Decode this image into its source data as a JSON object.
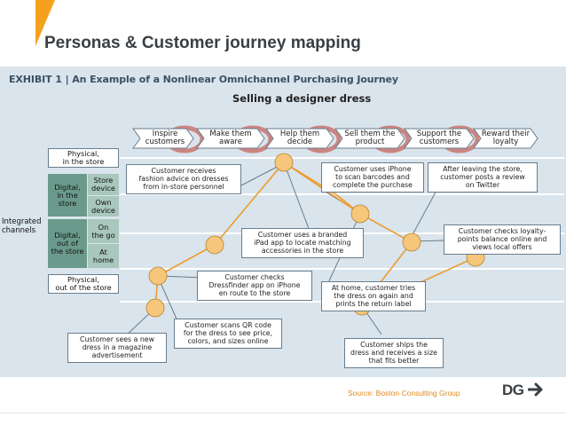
{
  "slide": {
    "title": "Personas & Customer journey mapping",
    "source": "Source: Boston Consulting Group",
    "logo": "DG",
    "accent_color": "#f4a21e"
  },
  "exhibit": {
    "label": "EXHIBIT 1 | An Example of a Nonlinear Omnichannel Purchasing Journey",
    "subtitle": "Selling a designer dress"
  },
  "stages": [
    "Inspire\ncustomers",
    "Make\nthem aware",
    "Help\nthem decide",
    "Sell them\nthe product",
    "Support the\ncustomers",
    "Reward\ntheir loyalty"
  ],
  "channels": {
    "integrated": "Integrated\nchannels",
    "physical_store": "Physical,\nin the store",
    "digital_in_store": "Digital,\nin the\nstore",
    "store_device": "Store\ndevice",
    "own_device": "Own\ndevice",
    "digital_out_store": "Digital,\nout of\nthe store",
    "on_the_go": "On\nthe go",
    "at_home": "At\nhome",
    "physical_out": "Physical,\nout of the store"
  },
  "callouts": [
    "Customer receives\nfashion advice on dresses\nfrom in-store personnel",
    "Customer uses iPhone\nto scan barcodes and\ncomplete the purchase",
    "After leaving the store,\ncustomer posts a review\non Twitter",
    "Customer uses a branded\niPad app to locate matching\naccessories in the store",
    "Customer checks loyalty-\npoints balance online and\nviews local offers",
    "Customer checks\nDressfinder app on iPhone\nen route to the store",
    "At home, customer tries\nthe dress on again and\nprints the return label",
    "Customer scans QR code\nfor the dress to see price,\ncolors, and sizes online",
    "Customer sees a new\ndress in a magazine\nadvertisement",
    "Customer ships the\ndress and receives a size\nthat fits better"
  ],
  "colors": {
    "figure_bg": "#d9e4ec",
    "dot_fill": "#f6c67a",
    "path": "#ee9b2e",
    "channel_dark": "#6b9a8c",
    "channel_light": "#a9c7bd"
  }
}
